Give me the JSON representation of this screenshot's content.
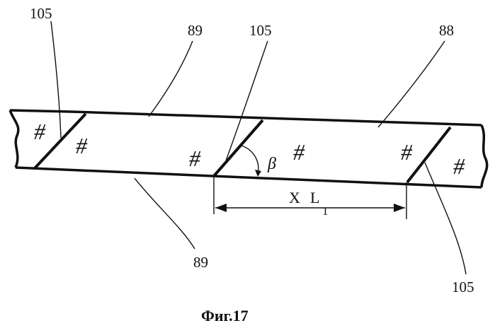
{
  "figure": {
    "caption": "Фиг.17",
    "labels": {
      "seam_top_left": "105",
      "edge_top": "89",
      "seam_top_mid": "105",
      "body": "88",
      "edge_bottom": "89",
      "seam_bottom_right": "105"
    },
    "angle_label": "β",
    "dimension": {
      "prefix": "X",
      "symbol": "L",
      "subscript": "1"
    },
    "hatch_mark": "#"
  }
}
